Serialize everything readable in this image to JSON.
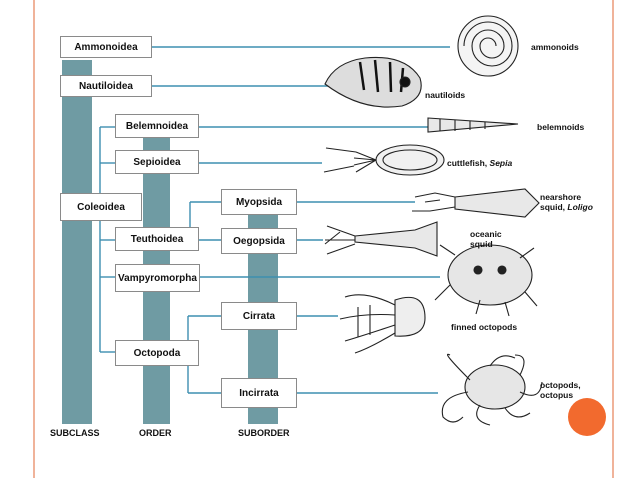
{
  "subclasses": [
    "Ammonoidea",
    "Nautiloidea",
    "Coleoidea"
  ],
  "orders": [
    "Belemnoidea",
    "Sepioidea",
    "Teuthoidea",
    "Vampyromorpha",
    "Octopoda"
  ],
  "suborders": [
    "Myopsida",
    "Oegopsida",
    "Cirrata",
    "Incirrata"
  ],
  "axis_labels": {
    "subclass": "SUBCLASS",
    "order": "ORDER",
    "suborder": "SUBORDER"
  },
  "animals": {
    "ammonoids": "ammonoids",
    "nautiloids": "nautiloids",
    "belemnoids": "belemnoids",
    "cuttlefish": "cuttlefish,",
    "cuttlefish_genus": "Sepia",
    "nearshore_1": "nearshore",
    "nearshore_2": "squid,",
    "nearshore_genus": "Loligo",
    "oceanic_1": "oceanic",
    "oceanic_2": "squid",
    "finned": "finned octopods",
    "octopods_1": "octopods,",
    "octopods_2": "octopus"
  },
  "colors": {
    "bar": "#6f9ba3",
    "line": "#3d8fb0",
    "accent": "#f26a2e",
    "border": "#f0b39a"
  },
  "icons": [
    "ammonite-icon",
    "nautilus-icon",
    "belemnite-icon",
    "cuttlefish-icon",
    "loligo-squid-icon",
    "oceanic-squid-icon",
    "vampire-squid-icon",
    "finned-octopod-icon",
    "octopus-icon"
  ]
}
